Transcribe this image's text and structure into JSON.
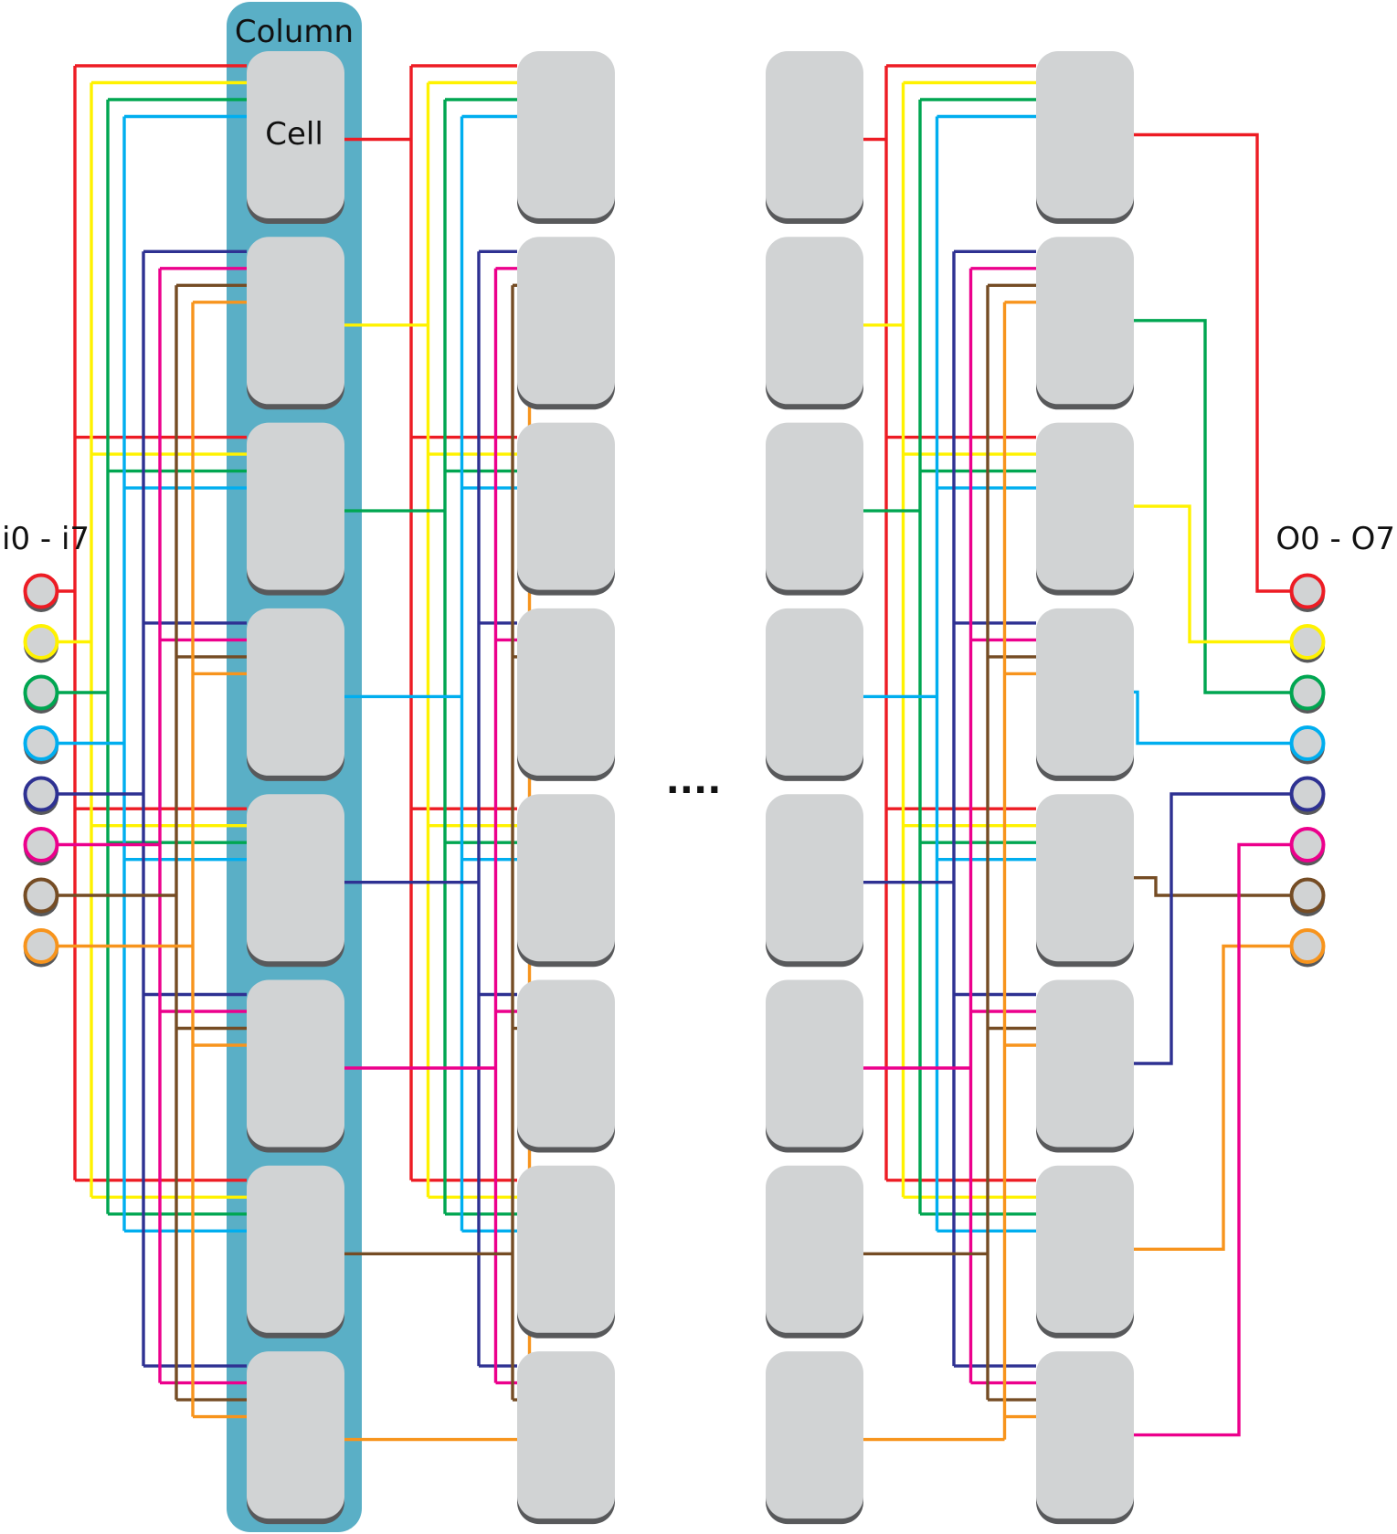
{
  "labels": {
    "column": "Column",
    "cell": "Cell",
    "inputs": "i0 - i7",
    "outputs": "O0 - O7",
    "ellipsis": "...."
  },
  "grid": {
    "columns_shown": 4,
    "cells_per_column": 8,
    "highlighted_column": 1
  },
  "colors": {
    "column_highlight": "#5aafc6",
    "cell_fill": "#d1d3d4",
    "cell_shadow": "#58595b",
    "port_fill": "#d1d3d4"
  },
  "signals": [
    {
      "color": "#ed1c24"
    },
    {
      "color": "#fff200"
    },
    {
      "color": "#00a651"
    },
    {
      "color": "#00aeef"
    },
    {
      "color": "#2e3192"
    },
    {
      "color": "#ec008c"
    },
    {
      "color": "#754c24"
    },
    {
      "color": "#f7941d"
    }
  ]
}
